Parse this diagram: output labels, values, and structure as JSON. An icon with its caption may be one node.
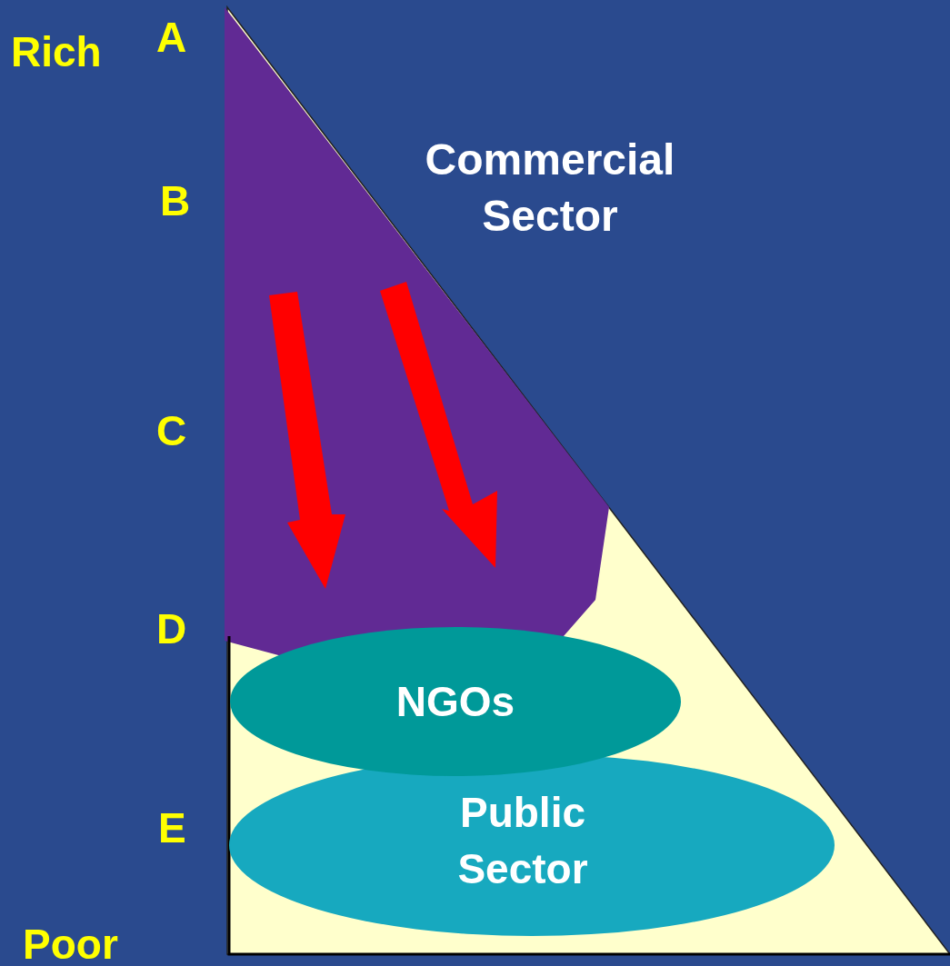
{
  "diagram": {
    "nodes": [
      {
        "text": [
          "NGOs"
        ]
      },
      {
        "text": [
          "Public Sector"
        ]
      }
    ],
    "labels": [
      "Rich",
      "A",
      "Commercial Sector",
      "B",
      "C",
      "D",
      "E",
      "Poor"
    ]
  }
}
